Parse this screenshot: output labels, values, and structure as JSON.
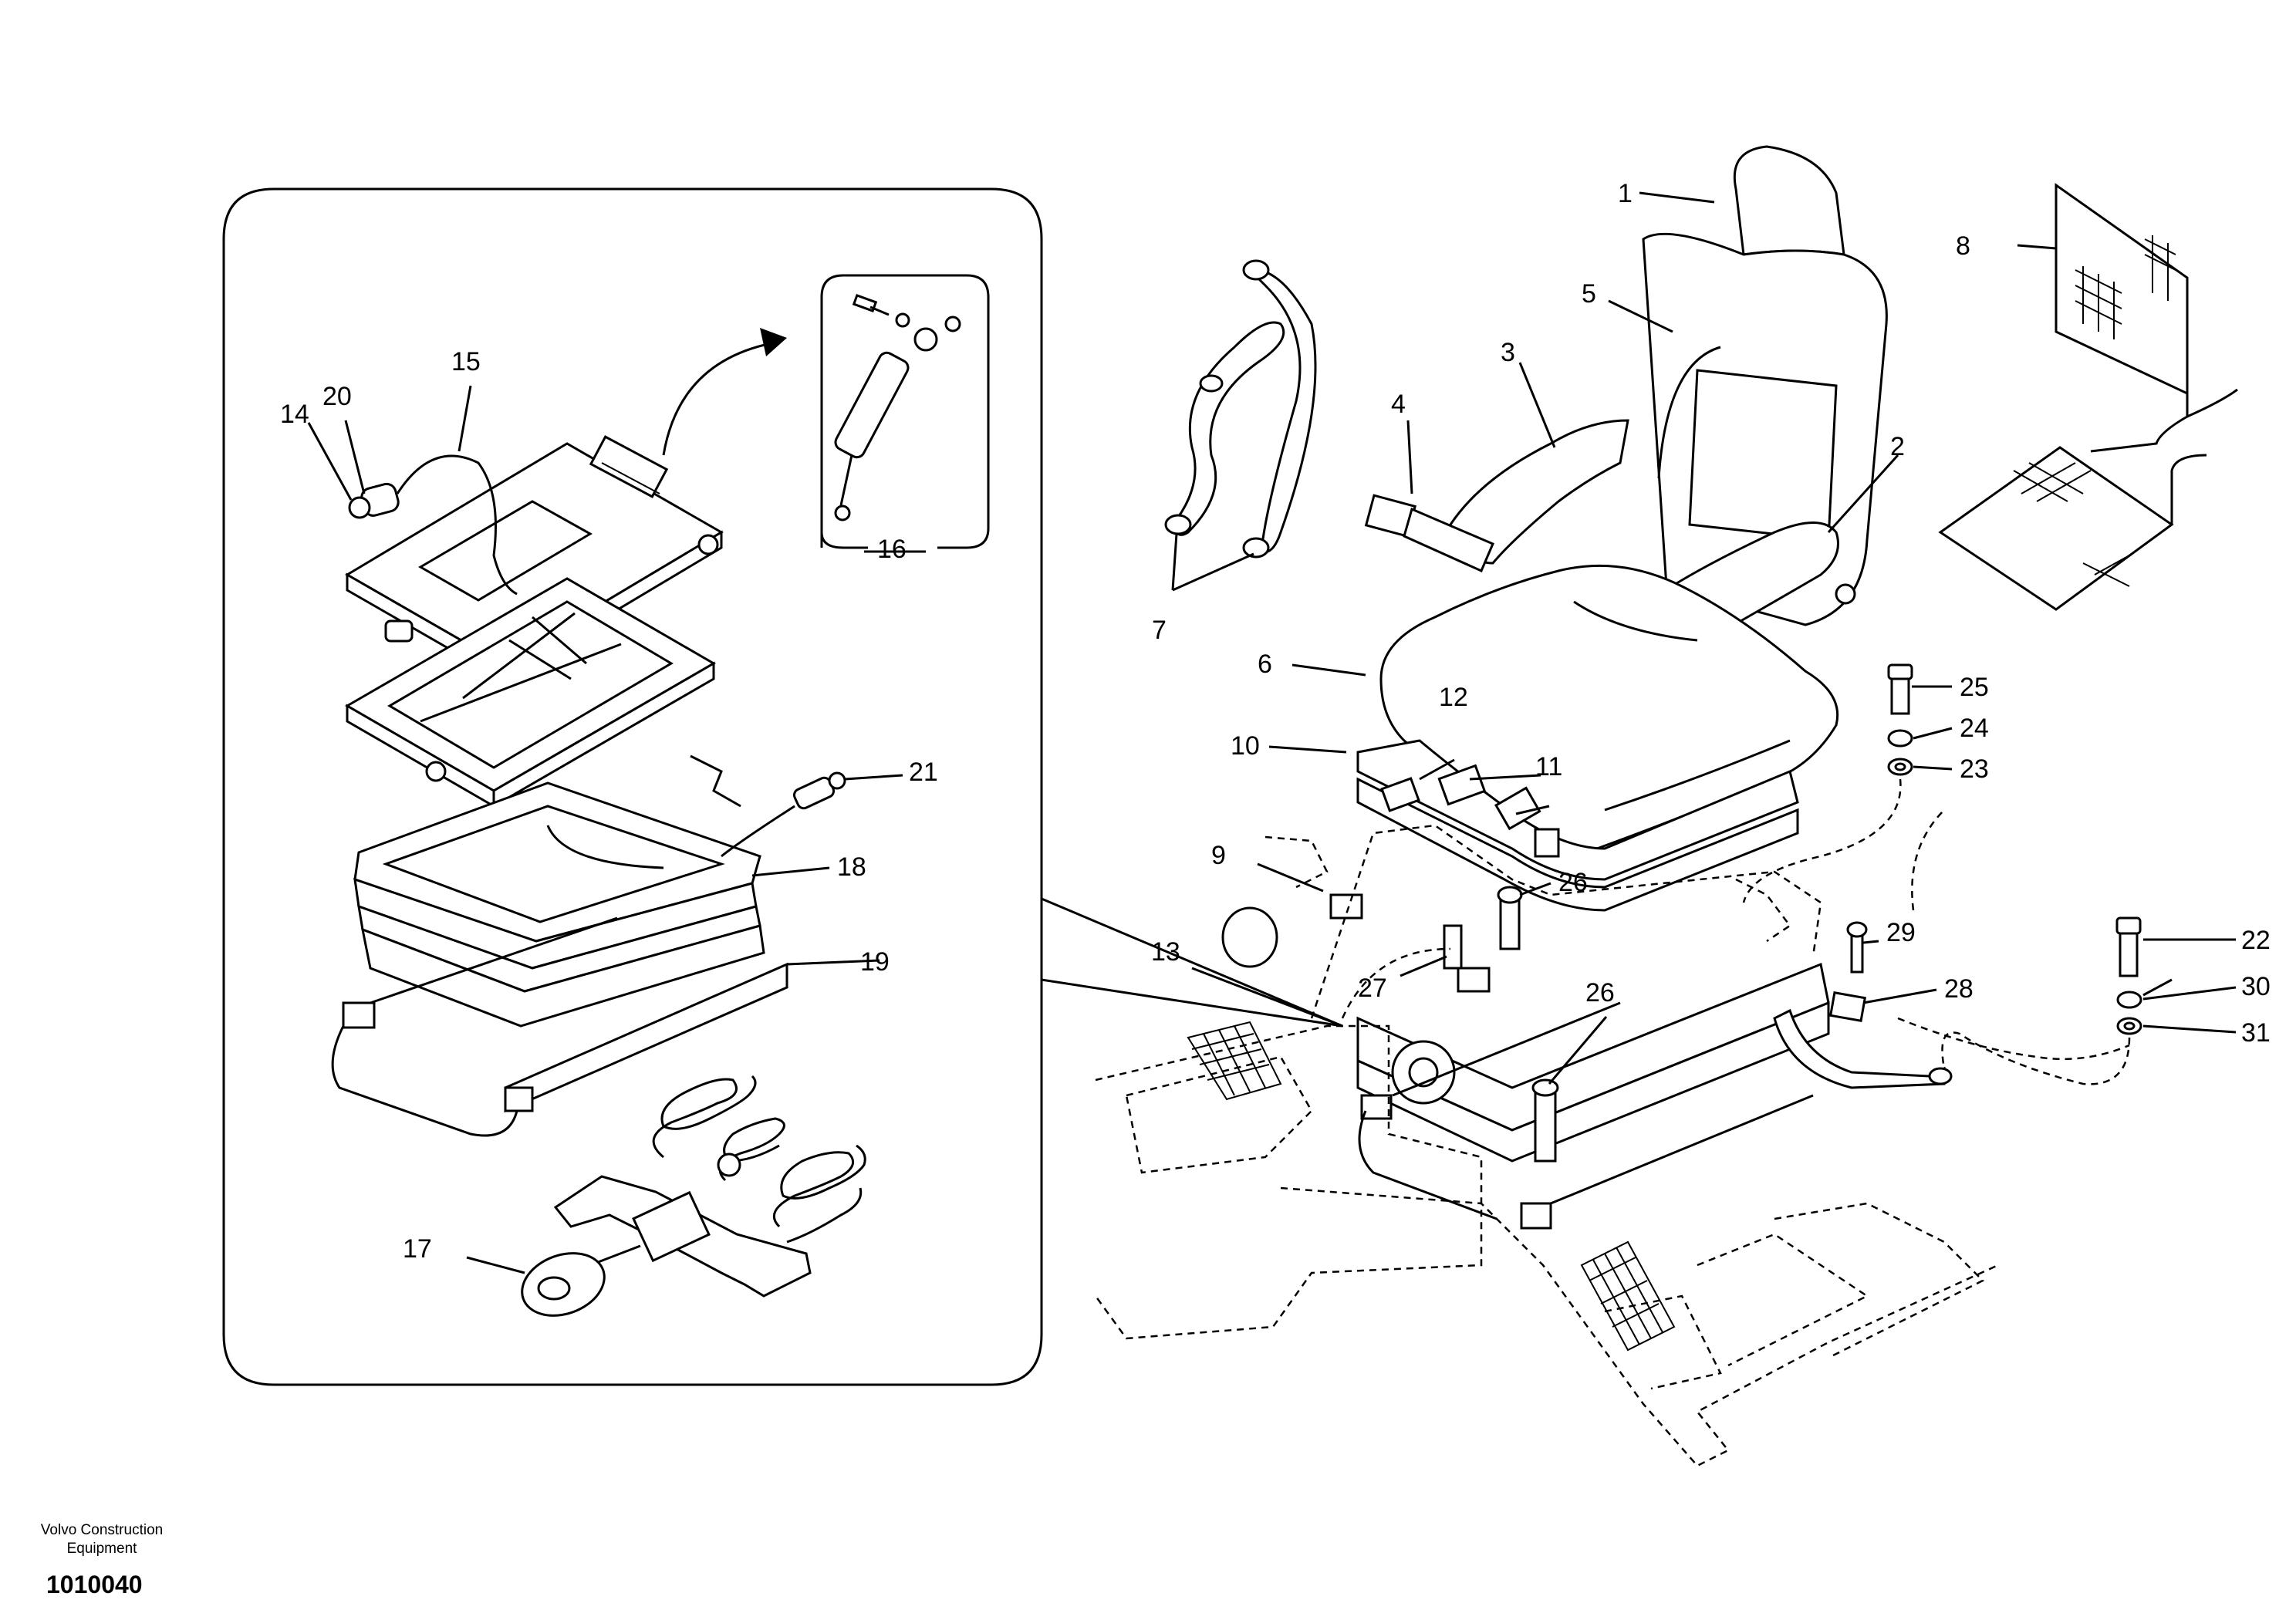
{
  "diagram": {
    "callouts": [
      {
        "id": "c1",
        "label": "1"
      },
      {
        "id": "c2",
        "label": "2"
      },
      {
        "id": "c3",
        "label": "3"
      },
      {
        "id": "c4",
        "label": "4"
      },
      {
        "id": "c5",
        "label": "5"
      },
      {
        "id": "c6",
        "label": "6"
      },
      {
        "id": "c7",
        "label": "7"
      },
      {
        "id": "c8",
        "label": "8"
      },
      {
        "id": "c9",
        "label": "9"
      },
      {
        "id": "c10",
        "label": "10"
      },
      {
        "id": "c11",
        "label": "11"
      },
      {
        "id": "c12",
        "label": "12"
      },
      {
        "id": "c13",
        "label": "13"
      },
      {
        "id": "c14",
        "label": "14"
      },
      {
        "id": "c15",
        "label": "15"
      },
      {
        "id": "c16",
        "label": "16"
      },
      {
        "id": "c17",
        "label": "17"
      },
      {
        "id": "c18",
        "label": "18"
      },
      {
        "id": "c19",
        "label": "19"
      },
      {
        "id": "c20",
        "label": "20"
      },
      {
        "id": "c21",
        "label": "21"
      },
      {
        "id": "c22",
        "label": "22"
      },
      {
        "id": "c23",
        "label": "23"
      },
      {
        "id": "c24",
        "label": "24"
      },
      {
        "id": "c25",
        "label": "25"
      },
      {
        "id": "c26a",
        "label": "26"
      },
      {
        "id": "c26b",
        "label": "26"
      },
      {
        "id": "c27",
        "label": "27"
      },
      {
        "id": "c28",
        "label": "28"
      },
      {
        "id": "c29",
        "label": "29"
      },
      {
        "id": "c30",
        "label": "30"
      },
      {
        "id": "c31",
        "label": "31"
      }
    ]
  },
  "footer": {
    "company": "Volvo Construction\nEquipment",
    "code": "1010040"
  }
}
